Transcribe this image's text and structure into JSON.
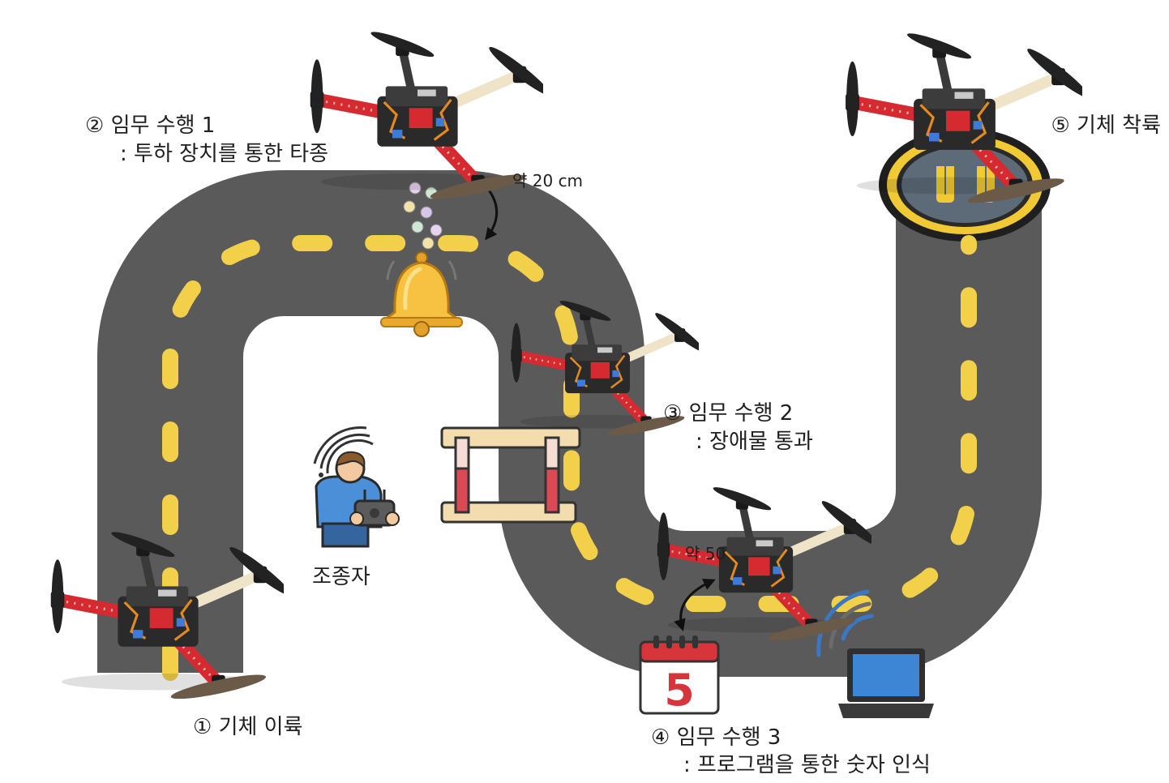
{
  "labels": {
    "step1": "① 기체 이륙",
    "step2_title": "② 임무 수행 1",
    "step2_desc": ": 투하 장치를 통한 타종",
    "step3_title": "③ 임무 수행 2",
    "step3_desc": ": 장애물 통과",
    "step4_title": "④ 임무 수행 3",
    "step4_desc": ": 프로그램을 통한 숫자 인식",
    "step5": "⑤ 기체 착륙",
    "pilot": "조종자",
    "height_20": "약 20 cm",
    "height_50": "약 50",
    "calendar_number": "5"
  },
  "icons": [
    "quadcopter-drone-icon",
    "bell-icon",
    "hurdle-obstacle-icon",
    "pilot-with-controller-icon",
    "calendar-icon",
    "laptop-wifi-icon",
    "landing-pad-icon"
  ],
  "colors": {
    "road": "#5a5a5a",
    "lane": "#f3d04a",
    "drone_arm": "#d42a30",
    "landing_pad_ring": "#f1c935"
  }
}
